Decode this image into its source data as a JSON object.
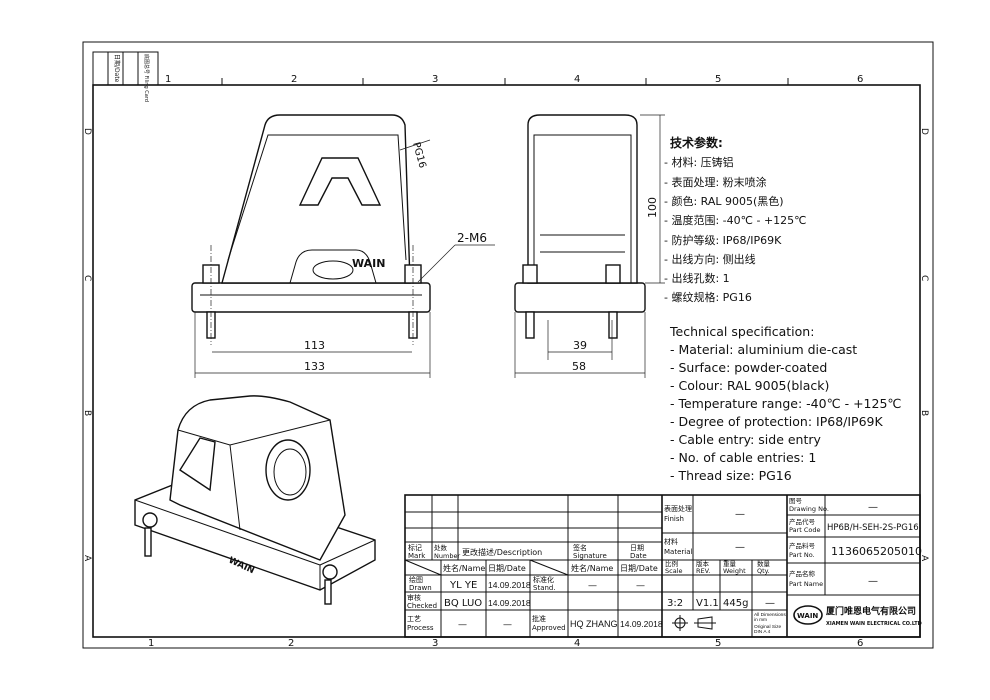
{
  "frame": {
    "columns": [
      "1",
      "2",
      "3",
      "4",
      "5",
      "6"
    ],
    "rows": [
      "D",
      "C",
      "B",
      "A"
    ],
    "margin_labels": {
      "date": "日期/Date",
      "filing": "底图总号 Filing Card"
    }
  },
  "views": {
    "brand_mark": "WAIN",
    "thread_label": "PG16",
    "screw_label": "2-M6",
    "dimensions": {
      "front_inner": "113",
      "front_outer": "133",
      "side_inner": "39",
      "side_outer": "58",
      "height": "100"
    }
  },
  "specs_cn": {
    "title": "技术参数:",
    "items": [
      "- 材料: 压铸铝",
      "- 表面处理: 粉末喷涂",
      "- 颜色: RAL 9005(黑色)",
      "- 温度范围: -40℃ - +125℃",
      "- 防护等级: IP68/IP69K",
      "- 出线方向: 侧出线",
      "- 出线孔数: 1",
      "- 螺纹规格: PG16"
    ]
  },
  "specs_en": {
    "title": "Technical specification:",
    "items": [
      "- Material: aluminium die-cast",
      "- Surface: powder-coated",
      "- Colour: RAL 9005(black)",
      "- Temperature range: -40℃ - +125℃",
      "- Degree of protection: IP68/IP69K",
      "- Cable entry: side entry",
      "- No. of cable entries: 1",
      "- Thread size: PG16"
    ]
  },
  "title_block": {
    "mark": "标记 Mark",
    "number": "处数 Number",
    "description": "更改描述/Description",
    "signature": "签名 Signature",
    "date": "日期 Date",
    "name_h": "姓名/Name",
    "date_h": "日期/Date",
    "name_h2": "姓名/Name",
    "date_h2": "日期/Date",
    "drawn": "绘图 Drawn",
    "drawn_name": "YL YE",
    "drawn_date": "14.09.2018",
    "stand": "标准化 Stand.",
    "stand_name": "—",
    "stand_date": "—",
    "checked": "审核 Checked",
    "checked_name": "BQ LUO",
    "checked_date": "14.09.2018",
    "process": "工艺 Process",
    "process_name": "—",
    "process_date": "—",
    "approved": "批准 Approved",
    "approved_name": "HQ ZHANG",
    "approved_date": "14.09.2018",
    "finish": "表面处理 Finish",
    "finish_value": "—",
    "material": "材料 Material",
    "material_value": "—",
    "scale": "比例 Scale",
    "scale_value": "3:2",
    "rev": "版本 REV.",
    "rev_value": "V1.1",
    "weight": "重量 Weight",
    "weight_value": "445g",
    "qty": "数量 Qty.",
    "qty_value": "—",
    "dims_note": "All Dimensions in mm",
    "size_note": "Original Size DIN A 4",
    "drawing_no": "图号 Drawing No.",
    "drawing_no_value": "—",
    "part_code": "产品代号 Part Code",
    "part_code_value": "HP6B/H-SEH-2S-PG16",
    "part_no": "产品料号 Part No.",
    "part_no_value": "1136065205010",
    "part_name": "产品名称 Part Name",
    "part_name_value": "—",
    "company_cn": "厦门唯恩电气有限公司",
    "company_en": "XIAMEN WAIN ELECTRICAL CO.LTD",
    "logo": "WAIN"
  }
}
